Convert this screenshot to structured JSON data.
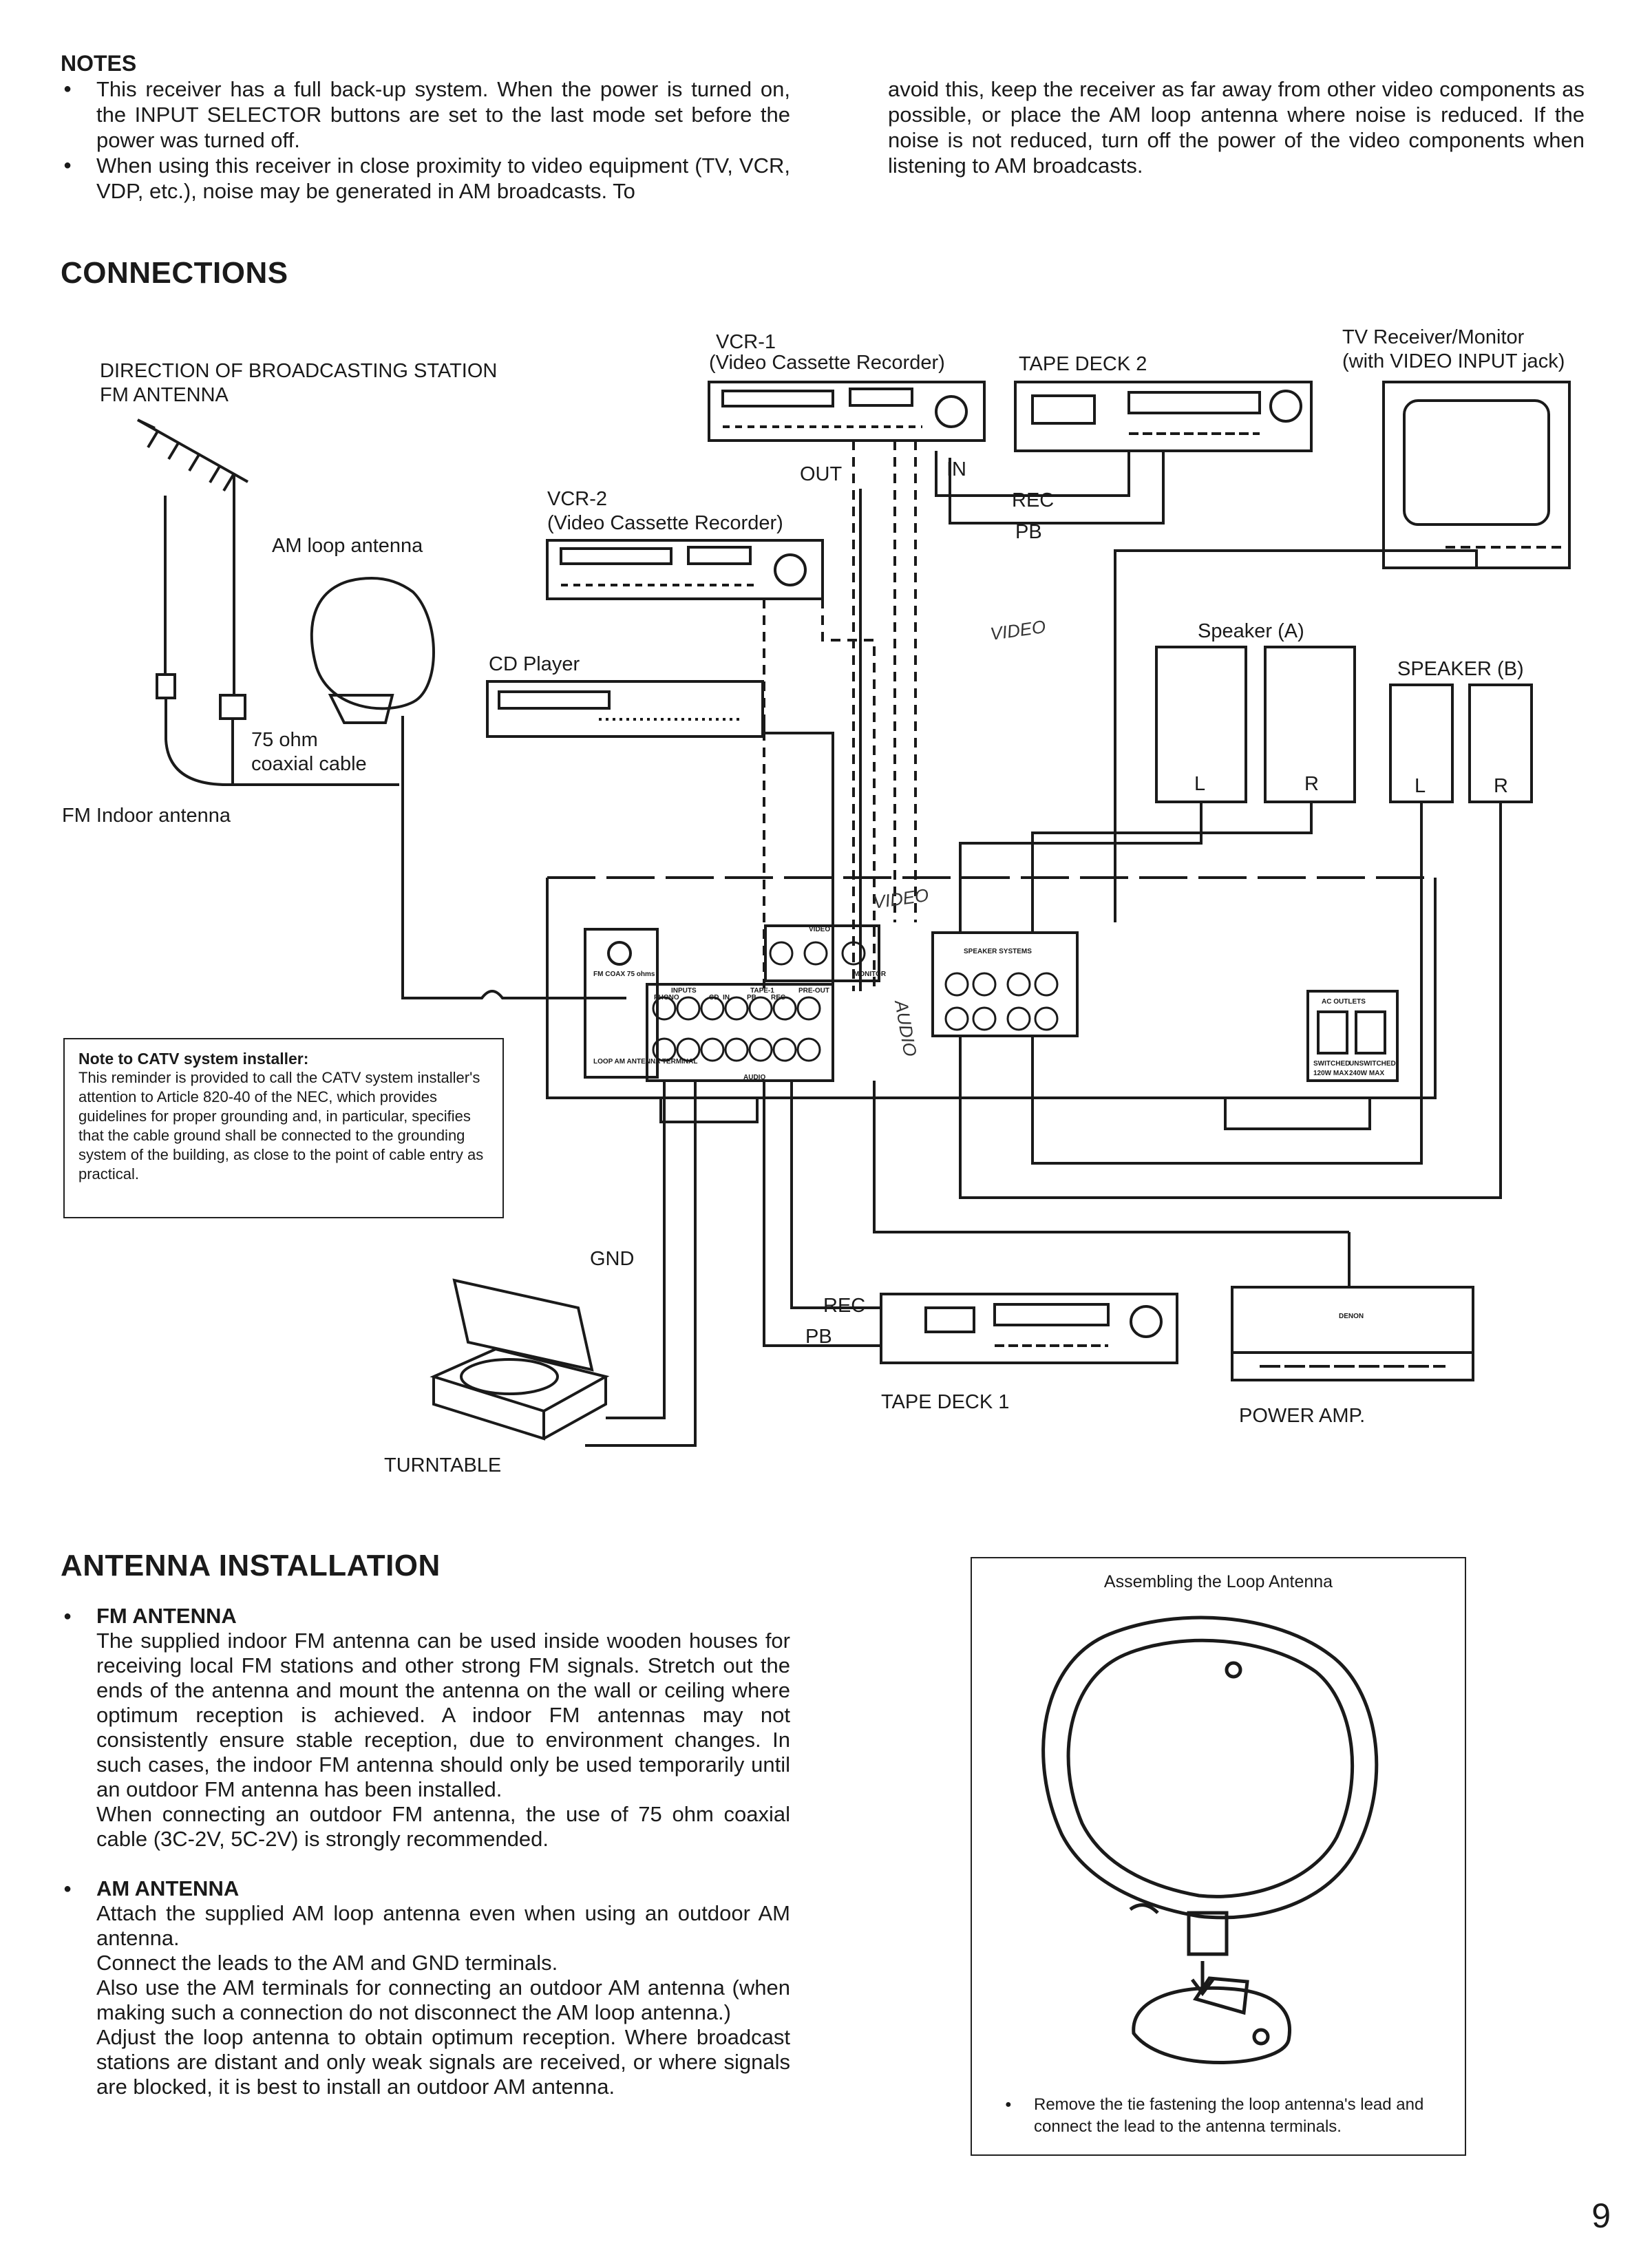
{
  "notes": {
    "title": "NOTES",
    "left_items": [
      "This receiver has a full back-up system. When the power is turned on, the INPUT SELECTOR buttons are set to the last mode set before the power was turned off.",
      "When using this receiver in close proximity to video equipment (TV, VCR, VDP, etc.), noise may be generated in AM broadcasts. To"
    ],
    "right_text": "avoid this, keep the receiver as far away from other video components as possible, or place the AM loop antenna where noise is reduced. If the noise is not reduced, turn off the power of the video components when listening to AM broadcasts."
  },
  "connections": {
    "title": "CONNECTIONS",
    "labels": {
      "direction": "DIRECTION OF BROADCASTING STATION",
      "fm_antenna": "FM ANTENNA",
      "am_loop": "AM loop antenna",
      "coax_1": "75 ohm",
      "coax_2": "coaxial cable",
      "fm_indoor": "FM Indoor antenna",
      "vcr1_a": "VCR-1",
      "vcr1_b": "(Video Cassette Recorder)",
      "vcr2_a": "VCR-2",
      "vcr2_b": "(Video Cassette Recorder)",
      "tape_deck_2": "TAPE DECK 2",
      "tv_a": "TV Receiver/Monitor",
      "tv_b": "(with VIDEO INPUT jack)",
      "out": "OUT",
      "in": "IN",
      "rec": "REC",
      "pb": "PB",
      "cd_player": "CD Player",
      "speaker_a": "Speaker (A)",
      "speaker_b": "SPEAKER (B)",
      "left": "L",
      "right": "R",
      "gnd": "GND",
      "rec2": "REC",
      "pb2": "PB",
      "tape_deck_1": "TAPE DECK 1",
      "power_amp": "POWER AMP.",
      "turntable": "TURNTABLE",
      "handwritten_video": "VIDEO",
      "handwritten_audio": "AUDIO"
    },
    "panel": {
      "fm_label": "FM COAX 75 ohms",
      "loop_label": "LOOP AM ANTENNA TERMINAL",
      "inputs": "INPUTS",
      "phono": "PHONO",
      "cd": "CD",
      "tape1": "TAPE-1",
      "in": "IN",
      "pb": "PB",
      "rec": "REC",
      "pre_out": "PRE-OUT",
      "audio": "AUDIO",
      "video": "VIDEO",
      "monitor": "MONITOR",
      "speaker_systems": "SPEAKER SYSTEMS",
      "ac_outlets": "AC OUTLETS",
      "switched": "SWITCHED",
      "unswitched": "UNSWITCHED",
      "switched_max": "120W MAX",
      "unswitched_max": "240W MAX",
      "brand": "DENON"
    },
    "catv_note": {
      "title": "Note to CATV system installer:",
      "body": "This reminder is provided to call the CATV system installer's attention to Article 820-40 of the NEC, which provides guidelines for proper grounding and, in particular, specifies that the cable ground shall be connected to the grounding system of the building, as close to the point of cable entry as practical."
    }
  },
  "antenna": {
    "title": "ANTENNA INSTALLATION",
    "fm_heading": "FM ANTENNA",
    "fm_body": "The supplied indoor FM antenna can be used inside wooden houses for receiving local FM stations and other strong FM signals. Stretch out the ends of the antenna and mount the antenna on the wall or ceiling where optimum reception is achieved. A indoor FM antennas may not consistently ensure stable reception, due to environment changes. In such cases, the indoor FM antenna should only be used temporarily until an outdoor FM antenna has been installed.",
    "fm_body_2": "When connecting an outdoor FM antenna, the use of 75 ohm coaxial cable (3C-2V, 5C-2V) is strongly recommended.",
    "am_heading": "AM ANTENNA",
    "am_body": [
      "Attach the supplied AM loop antenna even when using an outdoor AM antenna.",
      "Connect the leads to the AM and GND terminals.",
      "Also use the AM terminals for connecting an outdoor AM antenna (when making such a connection do not disconnect the AM loop antenna.)",
      "Adjust the loop antenna to obtain optimum reception. Where broadcast stations are distant and only weak signals are received, or where signals are blocked, it is best to install an outdoor AM antenna."
    ],
    "loop_box_title": "Assembling the Loop Antenna",
    "loop_box_note": "Remove the tie fastening the loop antenna's lead and connect the lead to the antenna terminals."
  },
  "page_number": "9"
}
